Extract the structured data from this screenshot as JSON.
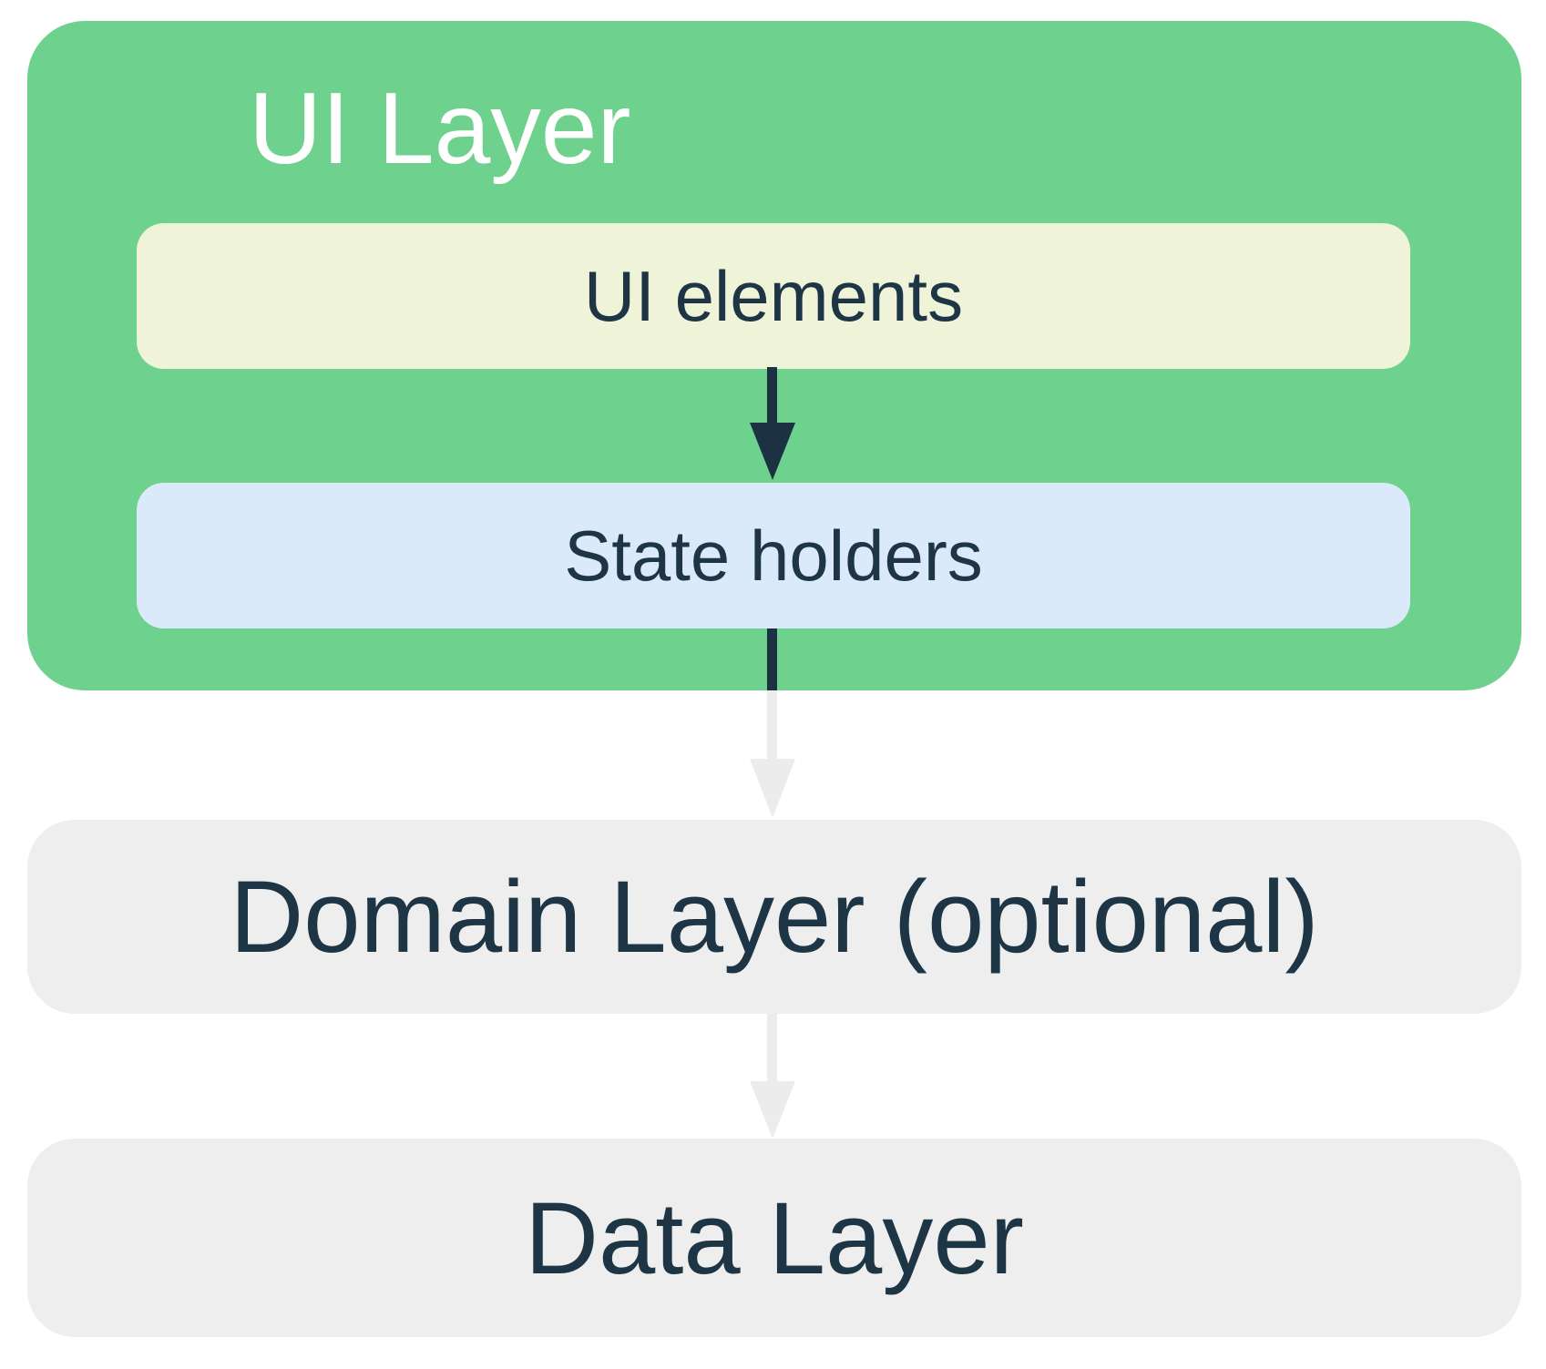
{
  "diagram": {
    "ui_layer": {
      "title": "UI Layer",
      "ui_elements_label": "UI elements",
      "state_holders_label": "State holders"
    },
    "domain_layer_label": "Domain Layer (optional)",
    "data_layer_label": "Data Layer",
    "arrows": [
      {
        "name": "ui-elements-to-state-holders",
        "style": "dark"
      },
      {
        "name": "state-holders-to-domain-layer",
        "style": "dark-then-light"
      },
      {
        "name": "domain-layer-to-data-layer",
        "style": "light"
      }
    ]
  },
  "colors": {
    "ui_layer_bg": "#6ED18D",
    "ui_elements_bg": "#EFF4D9",
    "state_holders_bg": "#DBEAFB",
    "layer_box_bg": "#EEEEEE",
    "text_dark": "#1D3545",
    "title_text": "#FFFFFF",
    "arrow_dark": "#1C3243",
    "arrow_light": "#ECECEC"
  }
}
